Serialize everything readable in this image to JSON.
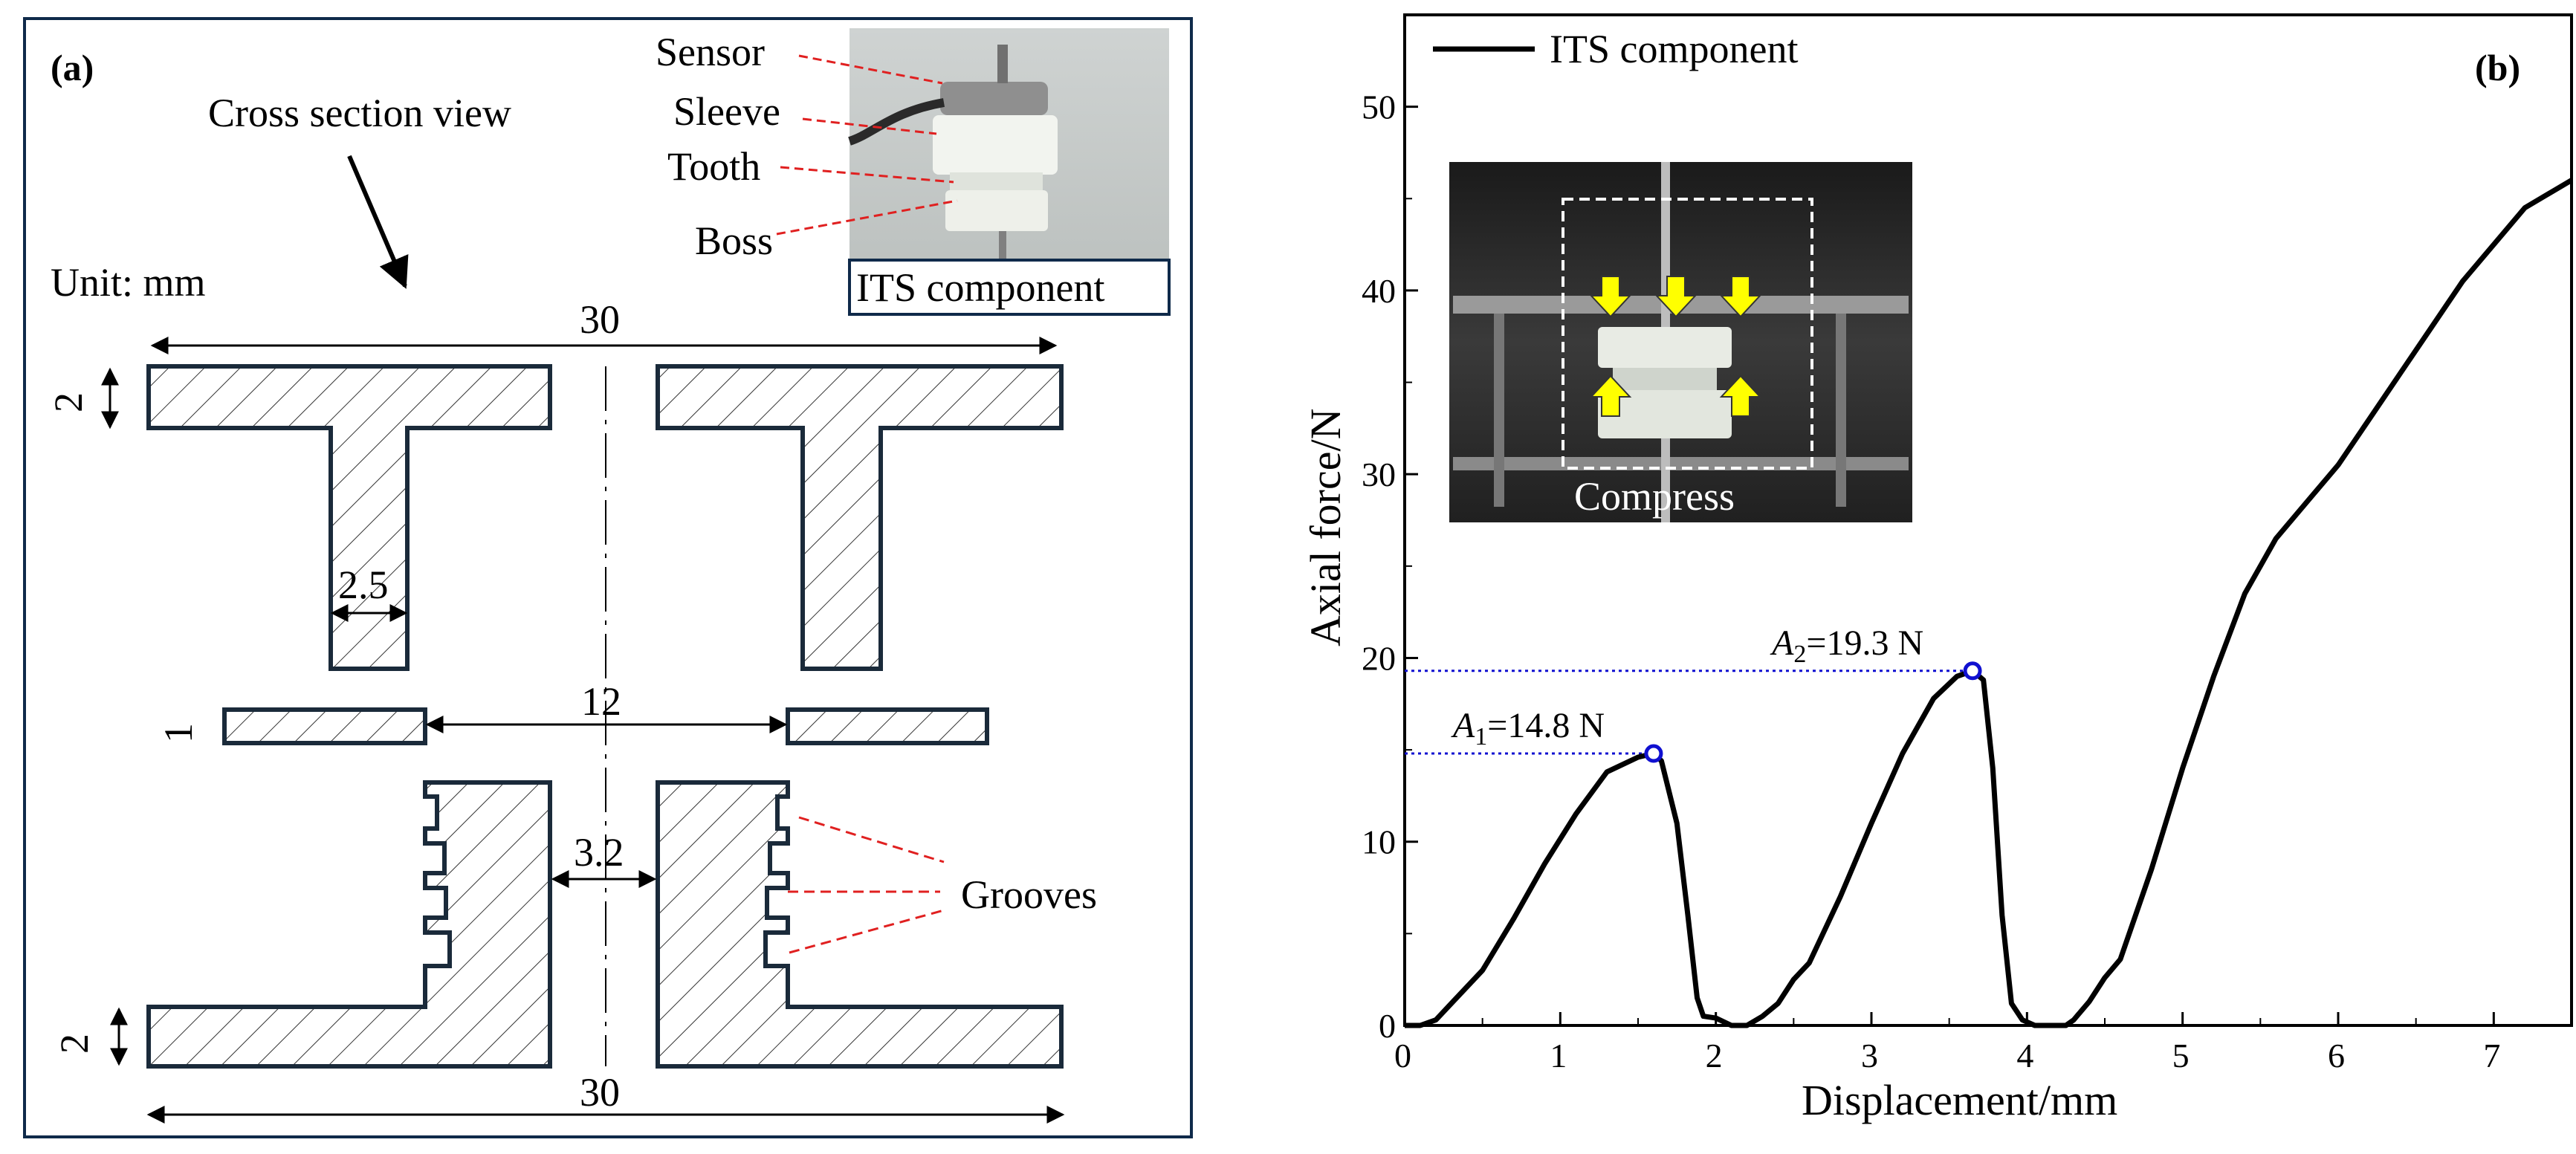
{
  "panel_a": {
    "label": "(a)",
    "cross_section_label": "Cross section view",
    "unit_label": "Unit: mm",
    "dims": {
      "top_width": "30",
      "top_thickness": "2",
      "stem_width": "2.5",
      "tooth_thickness": "1",
      "tooth_gap": "12",
      "bore_width": "3.2",
      "bottom_thickness": "2",
      "bottom_width": "30"
    },
    "grooves_label": "Grooves",
    "photo": {
      "callouts": [
        "Sensor",
        "Sleeve",
        "Tooth",
        "Boss"
      ],
      "caption": "ITS component"
    },
    "colors": {
      "frame": "#0f2a4a",
      "callout": "#e02020"
    }
  },
  "panel_b": {
    "label": "(b)",
    "inset_caption": "Compress",
    "arrow_color": "#ffff00",
    "annotations": [
      {
        "base": "A",
        "sub": "1",
        "value": "=14.8 N",
        "x": 1.6,
        "y": 14.8
      },
      {
        "base": "A",
        "sub": "2",
        "value": "=19.3 N",
        "x": 3.65,
        "y": 19.3
      }
    ],
    "marker_color": "#1010d0"
  },
  "chart_data": {
    "type": "line",
    "xlabel": "Displacement/mm",
    "ylabel": "Axial force/N",
    "xlim": [
      0,
      7.5
    ],
    "ylim": [
      0,
      55
    ],
    "xticks": [
      "0",
      "1",
      "2",
      "3",
      "4",
      "5",
      "6",
      "7"
    ],
    "yticks": [
      "0",
      "10",
      "20",
      "30",
      "40",
      "50"
    ],
    "legend": "top-left",
    "series": [
      {
        "name": "ITS component",
        "color": "#000000",
        "x": [
          0,
          0.1,
          0.2,
          0.3,
          0.5,
          0.7,
          0.9,
          1.1,
          1.3,
          1.5,
          1.6,
          1.65,
          1.75,
          1.82,
          1.88,
          1.92,
          2.0,
          2.1,
          2.2,
          2.3,
          2.4,
          2.5,
          2.6,
          2.8,
          3.0,
          3.2,
          3.4,
          3.55,
          3.65,
          3.72,
          3.78,
          3.84,
          3.9,
          3.97,
          4.05,
          4.15,
          4.25,
          4.3,
          4.4,
          4.5,
          4.6,
          4.8,
          5.0,
          5.2,
          5.4,
          5.6,
          5.8,
          6.0,
          6.2,
          6.4,
          6.6,
          6.8,
          7.0,
          7.2,
          7.5
        ],
        "y": [
          0,
          0,
          0.3,
          1.2,
          3.0,
          5.8,
          8.8,
          11.5,
          13.8,
          14.6,
          14.8,
          14.4,
          11.0,
          6.0,
          1.5,
          0.5,
          0.4,
          0,
          0,
          0.5,
          1.2,
          2.5,
          3.4,
          7.0,
          11.0,
          14.8,
          17.8,
          19.0,
          19.3,
          18.8,
          14.0,
          6.0,
          1.2,
          0.3,
          0,
          0,
          0,
          0.3,
          1.3,
          2.6,
          3.6,
          8.5,
          14.0,
          19.0,
          23.5,
          26.5,
          28.5,
          30.5,
          33.0,
          35.5,
          38.0,
          40.5,
          42.5,
          44.5,
          46.0
        ]
      }
    ]
  }
}
